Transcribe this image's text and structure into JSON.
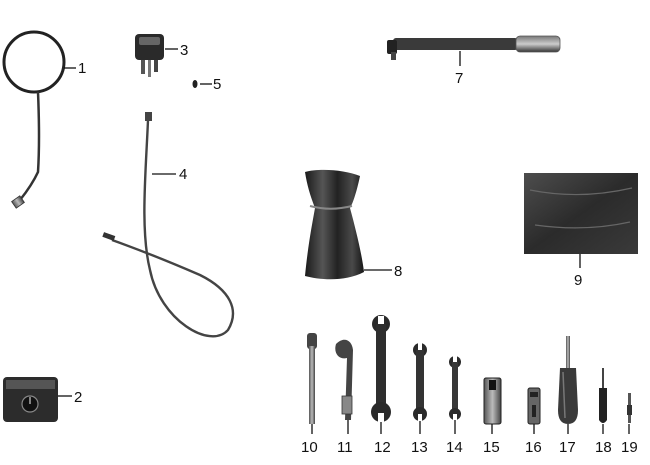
{
  "labels": {
    "l1": "1",
    "l2": "2",
    "l3": "3",
    "l4": "4",
    "l5": "5",
    "l7": "7",
    "l8": "8",
    "l9": "9",
    "l10": "10",
    "l11": "11",
    "l12": "12",
    "l13": "13",
    "l14": "14",
    "l15": "15",
    "l16": "16",
    "l17": "17",
    "l18": "18",
    "l19": "19"
  }
}
